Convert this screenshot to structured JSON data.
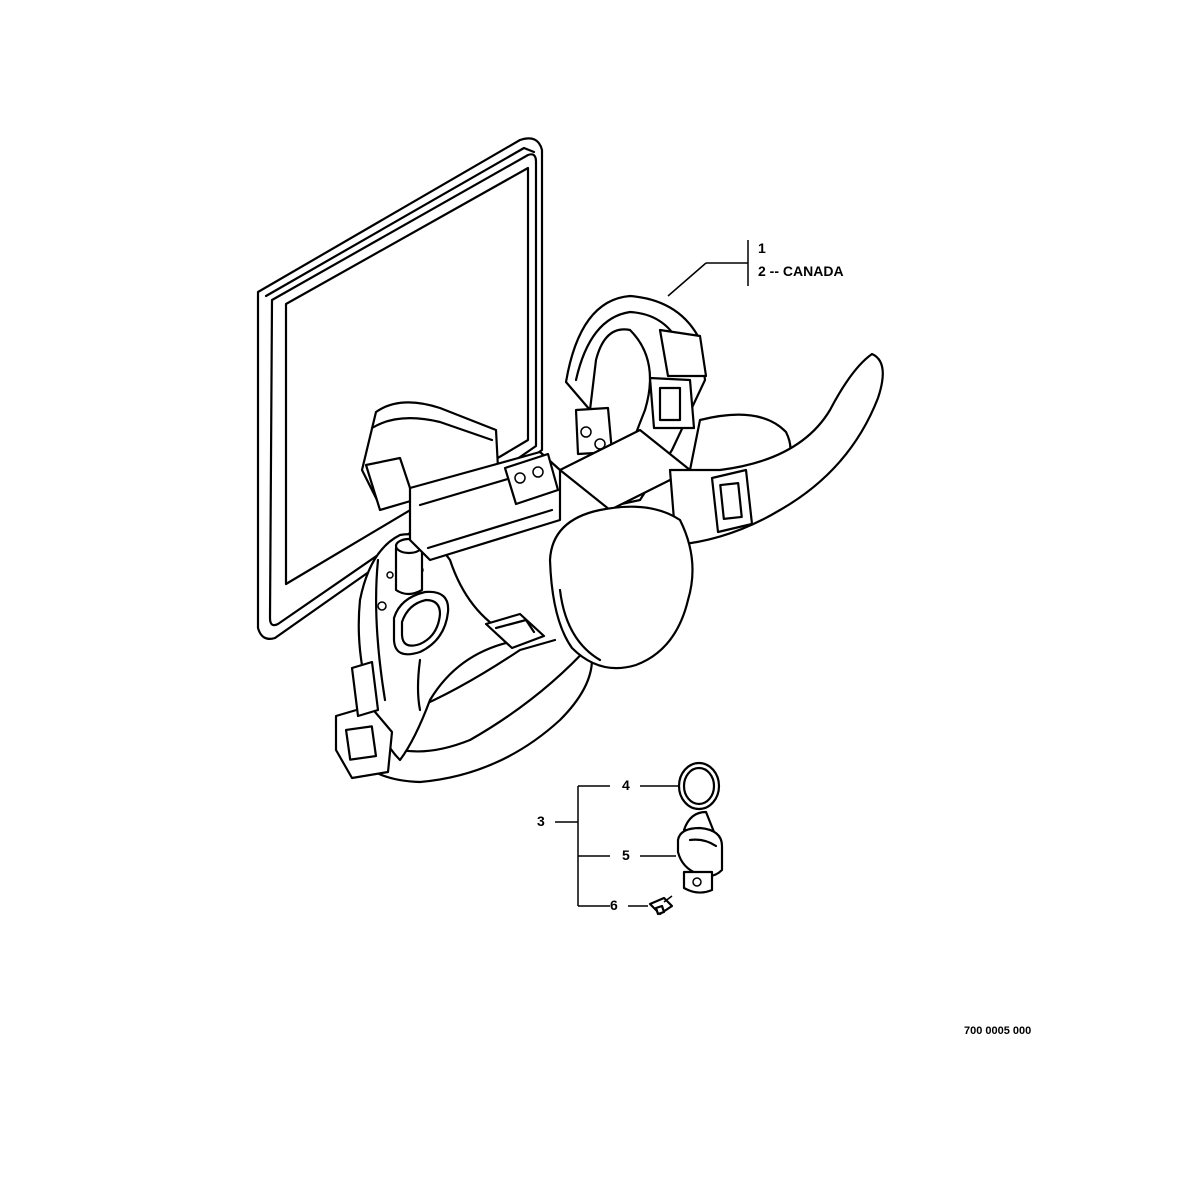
{
  "callouts": {
    "item_1": "1",
    "item_2": "2 -- CANADA",
    "item_3": "3",
    "item_4": "4",
    "item_5": "5",
    "item_6": "6"
  },
  "drawing_number": "700 0005 000"
}
